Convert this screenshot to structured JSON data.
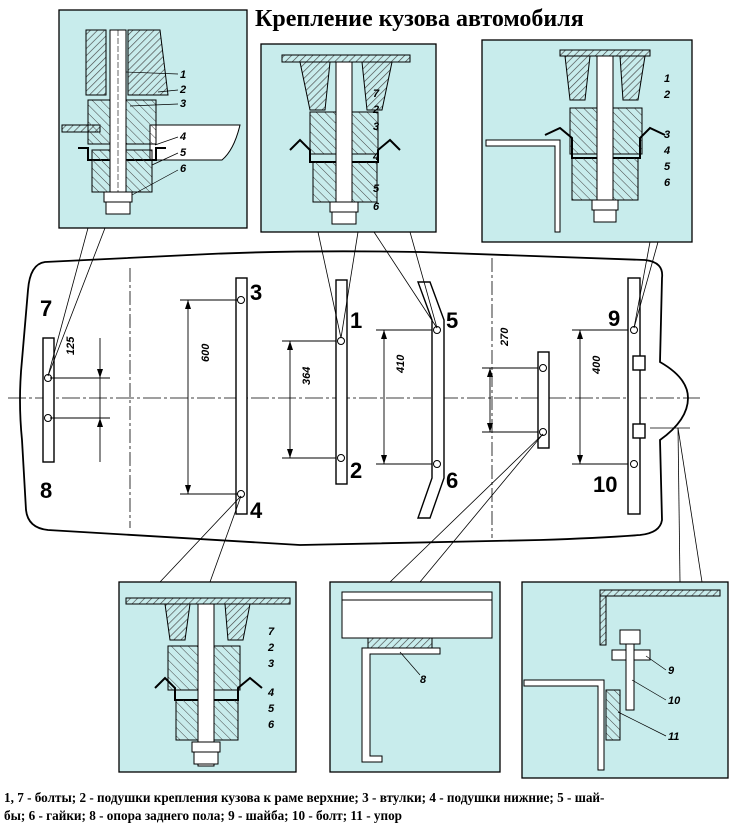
{
  "title": "Крепление кузова автомобиля",
  "caption_line1": "1, 7 - болты; 2 - подушки крепления кузова к раме верхние; 3 - втулки; 4 - подушки нижние; 5 - шай-",
  "caption_line2": "бы; 6 - гайки; 8 - опора заднего пола; 9 - шайба; 10 - болт; 11 - упор",
  "colors": {
    "panel_fill": "#c8ecec",
    "line": "#000000",
    "hatch": "#555555"
  },
  "frame_labels": {
    "l1": "1",
    "l2": "2",
    "l3": "3",
    "l4": "4",
    "l5": "5",
    "l6": "6",
    "l7": "7",
    "l8": "8",
    "l9": "9",
    "l10": "10"
  },
  "dimensions": {
    "d125": "125",
    "d600": "600",
    "d364": "364",
    "d410": "410",
    "d270": "270",
    "d400": "400"
  },
  "callouts": {
    "c1": "1",
    "c2": "2",
    "c3": "3",
    "c4": "4",
    "c5": "5",
    "c6": "6",
    "c7": "7",
    "c8": "8",
    "c9": "9",
    "c10": "10",
    "c11": "11"
  }
}
